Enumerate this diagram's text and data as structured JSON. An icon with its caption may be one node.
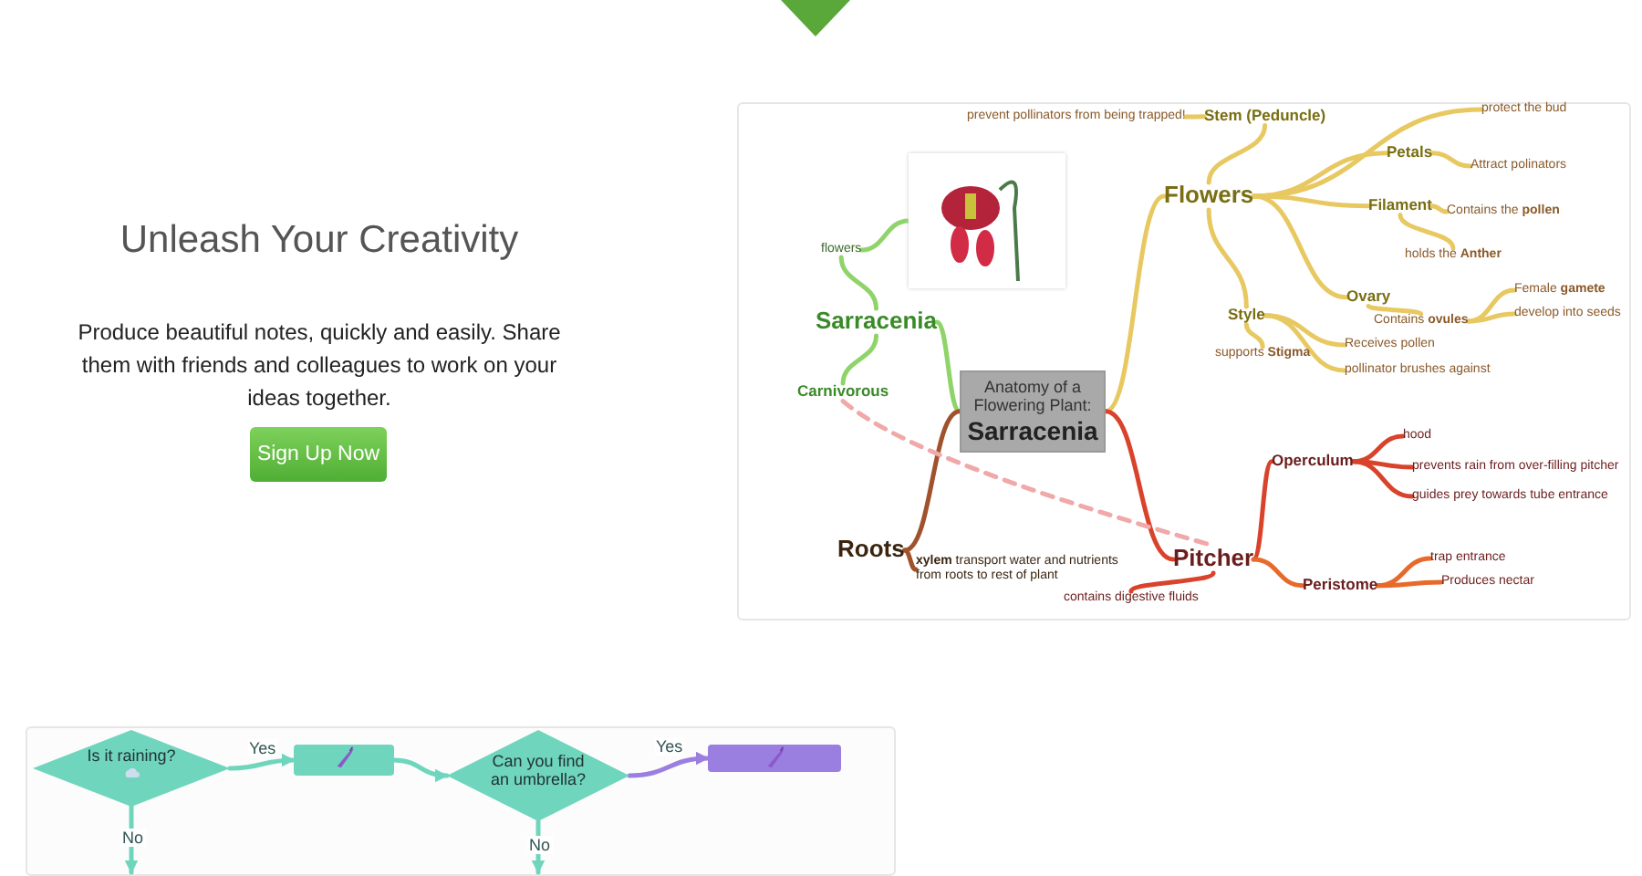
{
  "diagram": {
    "nodes": [
      {
        "text": [
          "Anatomy of a Flowering Plant:",
          "Sarracenia"
        ]
      },
      {
        "text": [
          "Flowers"
        ]
      },
      {
        "text": [
          "Stem (Peduncle)"
        ]
      },
      {
        "text": [
          "prevent pollinators from being trapped!"
        ]
      },
      {
        "text": [
          "protect the bud"
        ]
      },
      {
        "text": [
          "Petals"
        ]
      },
      {
        "text": [
          "Attract polinators"
        ]
      },
      {
        "text": [
          "Filament"
        ]
      },
      {
        "text": [
          "Contains the **pollen**"
        ]
      },
      {
        "text": [
          "holds the **Anther**"
        ]
      },
      {
        "text": [
          "Ovary"
        ]
      },
      {
        "text": [
          "Contains **ovules**"
        ]
      },
      {
        "text": [
          "Female **gamete**"
        ]
      },
      {
        "text": [
          "develop into seeds"
        ]
      },
      {
        "text": [
          "Style"
        ]
      },
      {
        "text": [
          "supports **Stigma**"
        ]
      },
      {
        "text": [
          "Receives pollen"
        ]
      },
      {
        "text": [
          "pollinator brushes against"
        ]
      },
      {
        "text": [
          "Pitcher"
        ]
      },
      {
        "text": [
          "Operculum"
        ]
      },
      {
        "text": [
          "hood"
        ]
      },
      {
        "text": [
          "prevents rain from over-filling pitcher"
        ]
      },
      {
        "text": [
          "guides prey towards tube entrance"
        ]
      },
      {
        "text": [
          "Peristome"
        ]
      },
      {
        "text": [
          "trap entrance"
        ]
      },
      {
        "text": [
          "Produces nectar"
        ]
      },
      {
        "text": [
          "contains digestive fluids"
        ]
      },
      {
        "text": [
          "Sarracenia"
        ]
      },
      {
        "text": [
          "flowers"
        ]
      },
      {
        "text": [],
        "shape": "picture"
      },
      {
        "text": [
          "Carnivorous"
        ]
      },
      {
        "text": [
          "Roots"
        ]
      },
      {
        "text": [
          "**xylem** transport water and nutrients from roots to rest of plant"
        ]
      },
      {
        "text": [
          "Is it raining?"
        ]
      },
      {
        "text": [],
        "shape": "box"
      },
      {
        "text": [
          "Can you find an umbrella?"
        ]
      },
      {
        "text": [],
        "shape": "box"
      }
    ],
    "edges": [
      {
        "from": 0,
        "to": 1,
        "arrow": "none"
      },
      {
        "from": 1,
        "to": 2,
        "arrow": "none"
      },
      {
        "from": 2,
        "to": 3,
        "arrow": "none"
      },
      {
        "from": 1,
        "to": 4,
        "arrow": "none"
      },
      {
        "from": 1,
        "to": 5,
        "arrow": "none"
      },
      {
        "from": 5,
        "to": 6,
        "arrow": "none"
      },
      {
        "from": 1,
        "to": 7,
        "arrow": "none"
      },
      {
        "from": 7,
        "to": 8,
        "arrow": "none"
      },
      {
        "from": 7,
        "to": 9,
        "arrow": "none"
      },
      {
        "from": 1,
        "to": 10,
        "arrow": "none"
      },
      {
        "from": 10,
        "to": 11,
        "arrow": "none"
      },
      {
        "from": 11,
        "to": 12,
        "arrow": "none"
      },
      {
        "from": 11,
        "to": 13,
        "arrow": "none"
      },
      {
        "from": 1,
        "to": 14,
        "arrow": "none"
      },
      {
        "from": 14,
        "to": 15,
        "arrow": "none"
      },
      {
        "from": 14,
        "to": 16,
        "arrow": "none"
      },
      {
        "from": 14,
        "to": 17,
        "arrow": "none"
      },
      {
        "from": 0,
        "to": 18,
        "arrow": "none",
        "color": "#d9432b"
      },
      {
        "from": 18,
        "to": 19,
        "arrow": "none",
        "color": "#d9432b"
      },
      {
        "from": 19,
        "to": 20,
        "arrow": "none",
        "color": "#d9432b"
      },
      {
        "from": 19,
        "to": 21,
        "arrow": "none",
        "color": "#d9432b"
      },
      {
        "from": 19,
        "to": 22,
        "arrow": "none",
        "color": "#d9432b"
      },
      {
        "from": 18,
        "to": 23,
        "arrow": "none",
        "color": "#e86a2a"
      },
      {
        "from": 23,
        "to": 24,
        "arrow": "none",
        "color": "#e86a2a"
      },
      {
        "from": 23,
        "to": 25,
        "arrow": "none",
        "color": "#e86a2a"
      },
      {
        "from": 18,
        "to": 26,
        "arrow": "none",
        "color": "#d9432b"
      },
      {
        "from": 0,
        "to": 27,
        "arrow": "none",
        "color": "#8fd46a"
      },
      {
        "from": 27,
        "to": 28,
        "arrow": "none",
        "color": "#8fd46a"
      },
      {
        "from": 28,
        "to": 29,
        "arrow": "none",
        "color": "#8fd46a"
      },
      {
        "from": 27,
        "to": 30,
        "arrow": "none",
        "color": "#8fd46a"
      },
      {
        "from": 0,
        "to": 31,
        "arrow": "none",
        "color": "#a0522d"
      },
      {
        "from": 31,
        "to": 32,
        "arrow": "none",
        "color": "#a0522d"
      },
      {
        "from": 30,
        "to": 18,
        "arrow": "none",
        "style": "dashed",
        "color": "#f0a8a8"
      },
      {
        "from": 33,
        "to": 34,
        "arrow": "to",
        "label": "Yes",
        "color": "#6fd6bd"
      },
      {
        "from": 33,
        "to": null,
        "arrow": "to",
        "label": "No",
        "color": "#6fd6bd"
      },
      {
        "from": 34,
        "to": 35,
        "arrow": "to",
        "color": "#6fd6bd"
      },
      {
        "from": 35,
        "to": 36,
        "arrow": "to",
        "label": "Yes",
        "color": "#9b7fe0"
      },
      {
        "from": 35,
        "to": null,
        "arrow": "to",
        "label": "No",
        "color": "#6fd6bd"
      }
    ],
    "labels": [
      "Unleash Your Creativity",
      "Produce beautiful notes, quickly and easily. Share them with friends and colleagues to work on your ideas together.",
      "Sign Up Now"
    ]
  }
}
